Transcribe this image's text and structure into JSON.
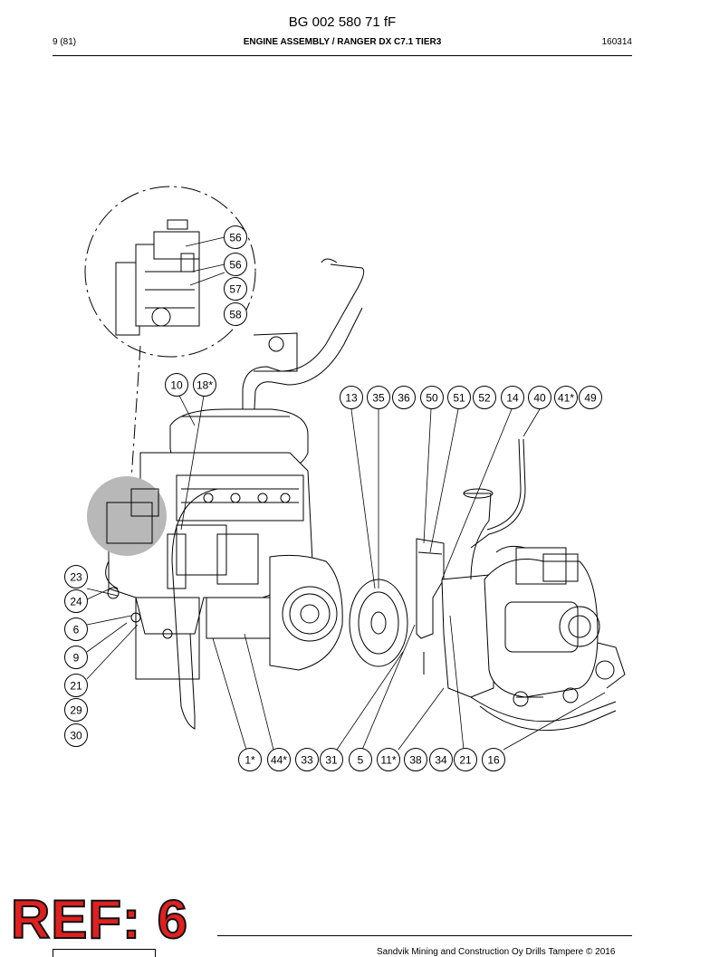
{
  "header": {
    "doc_number": "BG 002 580 71 fF",
    "page": "9 (81)",
    "title": "ENGINE ASSEMBLY / RANGER DX C7.1 TIER3",
    "date_code": "160314"
  },
  "callouts": {
    "detail": [
      "56",
      "56",
      "57",
      "58"
    ],
    "top_left": [
      "10",
      "18*"
    ],
    "top_right": [
      "13",
      "35",
      "36",
      "50",
      "51",
      "52",
      "14",
      "40",
      "41*",
      "49"
    ],
    "left": [
      "23",
      "24",
      "6",
      "9",
      "21",
      "29",
      "30"
    ],
    "bottom": [
      "1*",
      "44*",
      "33",
      "31",
      "5",
      "11*",
      "38",
      "34",
      "21",
      "16"
    ]
  },
  "stamp": "REF: 6",
  "footer": {
    "copyright": "Sandvik Mining and Construction Oy Drills Tampere © 2016"
  }
}
